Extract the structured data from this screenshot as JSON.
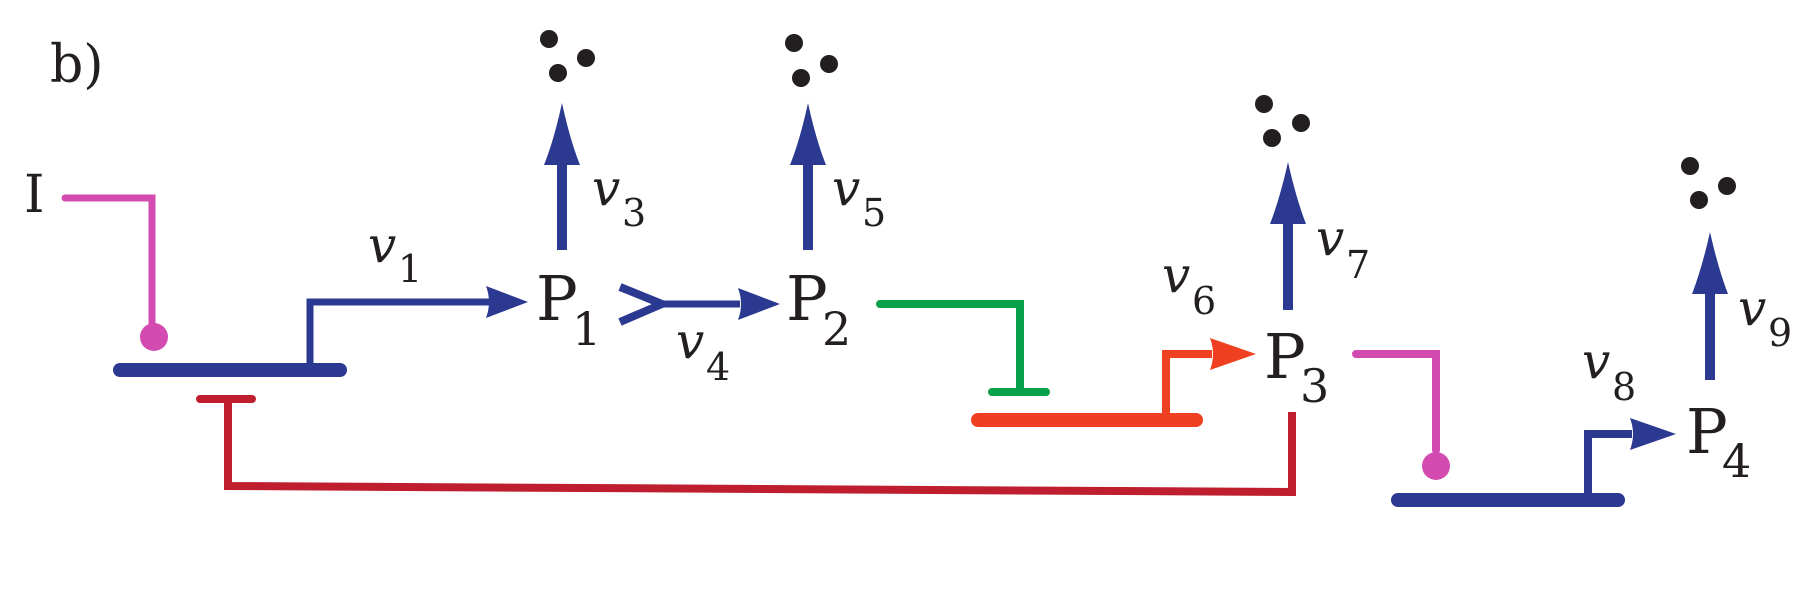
{
  "panel_label": "b)",
  "input_label": "I",
  "proteins": [
    {
      "id": "P1",
      "base": "P",
      "sub": "1"
    },
    {
      "id": "P2",
      "base": "P",
      "sub": "2"
    },
    {
      "id": "P3",
      "base": "P",
      "sub": "3"
    },
    {
      "id": "P4",
      "base": "P",
      "sub": "4"
    }
  ],
  "rates": [
    {
      "id": "v1",
      "base": "v",
      "sub": "1"
    },
    {
      "id": "v3",
      "base": "v",
      "sub": "3"
    },
    {
      "id": "v4",
      "base": "v",
      "sub": "4"
    },
    {
      "id": "v5",
      "base": "v",
      "sub": "5"
    },
    {
      "id": "v6",
      "base": "v",
      "sub": "6"
    },
    {
      "id": "v7",
      "base": "v",
      "sub": "7"
    },
    {
      "id": "v8",
      "base": "v",
      "sub": "8"
    },
    {
      "id": "v9",
      "base": "v",
      "sub": "9"
    }
  ],
  "colors": {
    "blue": "#2b3990",
    "magenta": "#d34ab0",
    "green": "#08a04b",
    "orange": "#ef4122",
    "crimson": "#be1e2d",
    "text": "#231f20"
  },
  "icons": [
    "degradation-dots-icon"
  ]
}
